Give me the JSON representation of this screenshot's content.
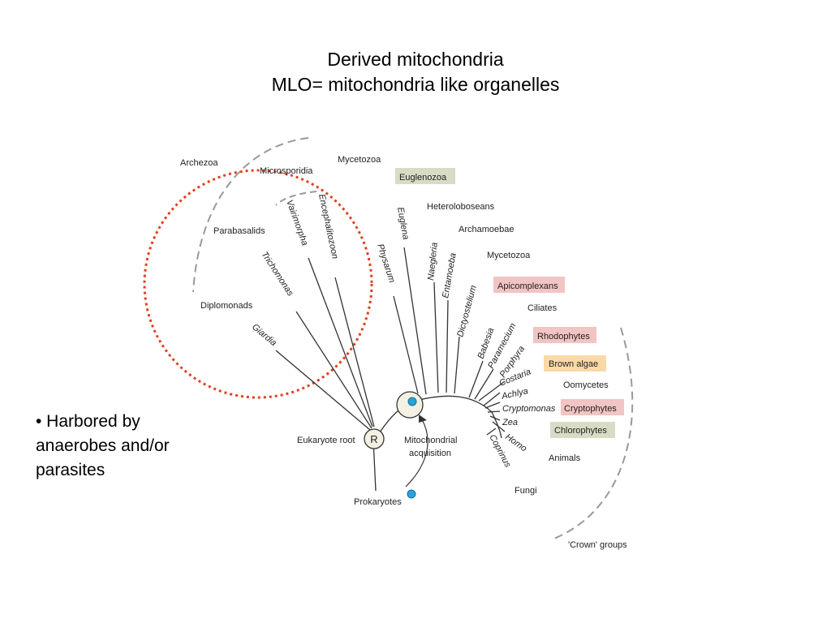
{
  "title": {
    "line1": "Derived mitochondria",
    "line2": "MLO= mitochondria like organelles"
  },
  "bullet": {
    "line1": "• Harbored by",
    "line2": "anaerobes and/or",
    "line3": "parasites"
  },
  "colors": {
    "circle_outline": "#e04020",
    "box_green": "#d8dcc4",
    "box_pink": "#f2c4c4",
    "box_orange": "#fad9a6",
    "dot_blue": "#29a3d9"
  },
  "groups": {
    "archezoa": "Archezoa",
    "microsporidia": "Microsporidia",
    "mycetozoa_top": "Mycetozoa",
    "euglenozoa": "Euglenozoa",
    "heterolobosean": "Heteroloboseans",
    "archamoebae": "Archamoebae",
    "mycetozoa_right": "Mycetozoa",
    "apicomplexans": "Apicomplexans",
    "ciliates": "Ciliates",
    "rhodophytes": "Rhodophytes",
    "brown_algae": "Brown algae",
    "oomycetes": "Oomycetes",
    "cryptophytes": "Cryptophytes",
    "chlorophytes": "Chlorophytes",
    "animals": "Animals",
    "fungi": "Fungi",
    "crown_groups": "'Crown' groups",
    "parabasalids": "Parabasalids",
    "diplomonads": "Diplomonads"
  },
  "taxa": {
    "vairimorpha": "Vairimorpha",
    "encephalitozoon": "Encephalitozoon",
    "euglena": "Euglena",
    "physarum": "Physarum",
    "trichomonas": "Trichomonas",
    "giardia": "Giardia",
    "naegleria": "Naegleria",
    "entamoeba": "Entamoeba",
    "dictyostelium": "Dictyostelium",
    "babesia": "Babesia",
    "paramecium": "Paramecium",
    "porphyra": "Porphyra",
    "costaria": "Costaria",
    "achlya": "Achlya",
    "cryptomonas": "Cryptomonas",
    "zea": "Zea",
    "homo": "Homo",
    "coprinus": "Coprinus"
  },
  "nodes": {
    "root_letter": "R",
    "eukaryote_root": "Eukaryote root",
    "prokaryotes": "Prokaryotes",
    "mito_line1": "Mitochondrial",
    "mito_line2": "acquisition"
  }
}
